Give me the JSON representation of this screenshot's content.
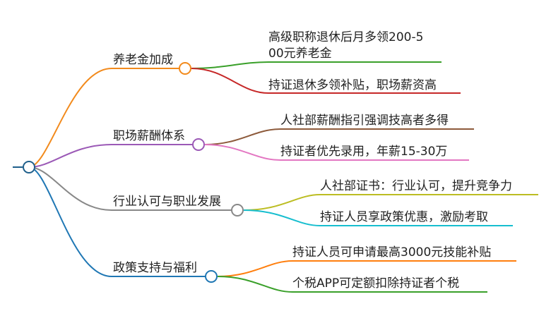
{
  "root": {
    "label": ""
  },
  "colors": {
    "root": "#1f5f8b",
    "b1": "#f28a1c",
    "b2": "#9b59b6",
    "b3": "#888888",
    "b4": "#1f77b4",
    "l1a": "#3aa02a",
    "l1b": "#c62828",
    "l2a": "#8d5a3b",
    "l2b": "#e377c2",
    "l3a": "#bcbd22",
    "l3b": "#17becf",
    "l4a": "#ff7f0e",
    "l4b": "#3aa02a"
  },
  "branches": [
    {
      "label": "养老金加成",
      "leaves": [
        {
          "line1": "高级职称退休后月多领200-5",
          "line2": "00元养老金"
        },
        {
          "line1": "持证退休多领补贴，职场薪资高"
        }
      ]
    },
    {
      "label": "职场薪酬体系",
      "leaves": [
        {
          "line1": "人社部薪酬指引强调技高者多得"
        },
        {
          "line1": "持证者优先录用，年薪15-30万"
        }
      ]
    },
    {
      "label": "行业认可与职业发展",
      "leaves": [
        {
          "line1": "人社部证书：行业认可，提升竞争力"
        },
        {
          "line1": "持证人员享政策优惠，激励考取"
        }
      ]
    },
    {
      "label": "政策支持与福利",
      "leaves": [
        {
          "line1": "持证人员可申请最高3000元技能补贴"
        },
        {
          "line1": "个税APP可定额扣除持证者个税"
        }
      ]
    }
  ]
}
